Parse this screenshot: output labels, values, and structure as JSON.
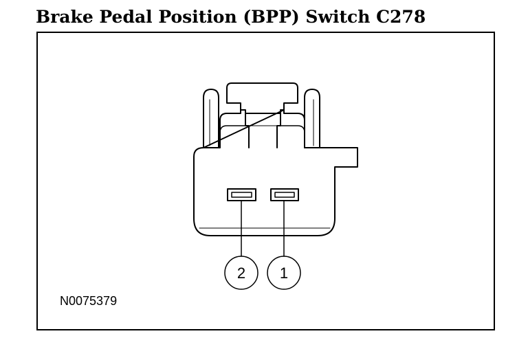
{
  "title": "Brake Pedal Position (BPP) Switch C278",
  "figure_id": "N0075379",
  "pins": [
    {
      "number": "2"
    },
    {
      "number": "1"
    }
  ]
}
